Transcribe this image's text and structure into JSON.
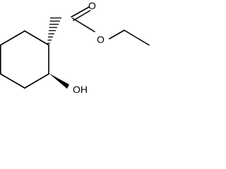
{
  "molecule": {
    "atoms": {
      "oxygen_carbonyl": "O",
      "oxygen_ester": "O",
      "hydroxyl": "OH"
    },
    "colors": {
      "bond": "#000000",
      "label": "#000000",
      "background": "#ffffff"
    }
  }
}
